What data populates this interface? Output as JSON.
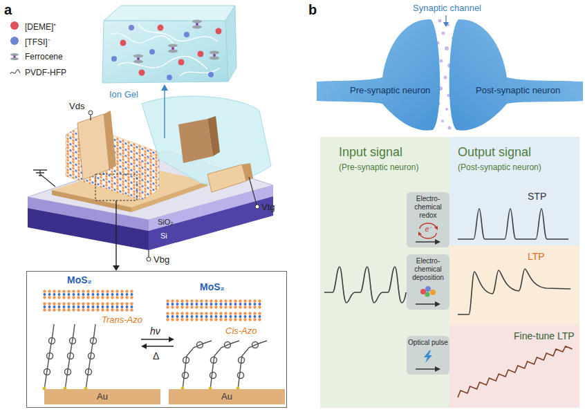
{
  "diagram": {
    "nodes": [
      {
        "text": [
          "Ion Gel"
        ]
      },
      {
        "text": [
          "MoS₂",
          "Trans-Azo",
          "hν",
          "Δ",
          "MoS₂",
          "Cis-Azo"
        ]
      },
      {
        "text": [
          "Au"
        ],
        "in": 1
      },
      {
        "text": [
          "Au"
        ],
        "in": 1
      },
      {
        "text": [
          "Pre-synaptic neuron"
        ]
      },
      {
        "text": [
          "Post-synaptic neuron"
        ]
      },
      {
        "text": [
          "Input signal",
          "(Pre-synaptic neuron)"
        ]
      },
      {
        "text": [
          "Output signal",
          "(Post-synaptic neuron)",
          "STP"
        ]
      },
      {
        "text": [
          "LTP"
        ]
      },
      {
        "text": [
          "Fine-tune LTP"
        ]
      },
      {
        "text": [
          "Electro-chemical redox",
          "e⁻"
        ]
      },
      {
        "text": [
          "Electro-chemical deposition"
        ]
      },
      {
        "text": [
          "Optical pulse"
        ]
      }
    ],
    "labels": [
      "a",
      "Vds",
      "Vtg",
      "Vbg",
      "SiO₂",
      "Si",
      "b",
      "Synaptic channel"
    ],
    "legend": [
      {
        "text": "[DEME]⁺",
        "color": "#e0525a"
      },
      {
        "text": "[TFSI]⁻",
        "color": "#6f86d6"
      },
      {
        "text": "Ferrocene"
      },
      {
        "text": "PVDF-HFP"
      }
    ]
  }
}
